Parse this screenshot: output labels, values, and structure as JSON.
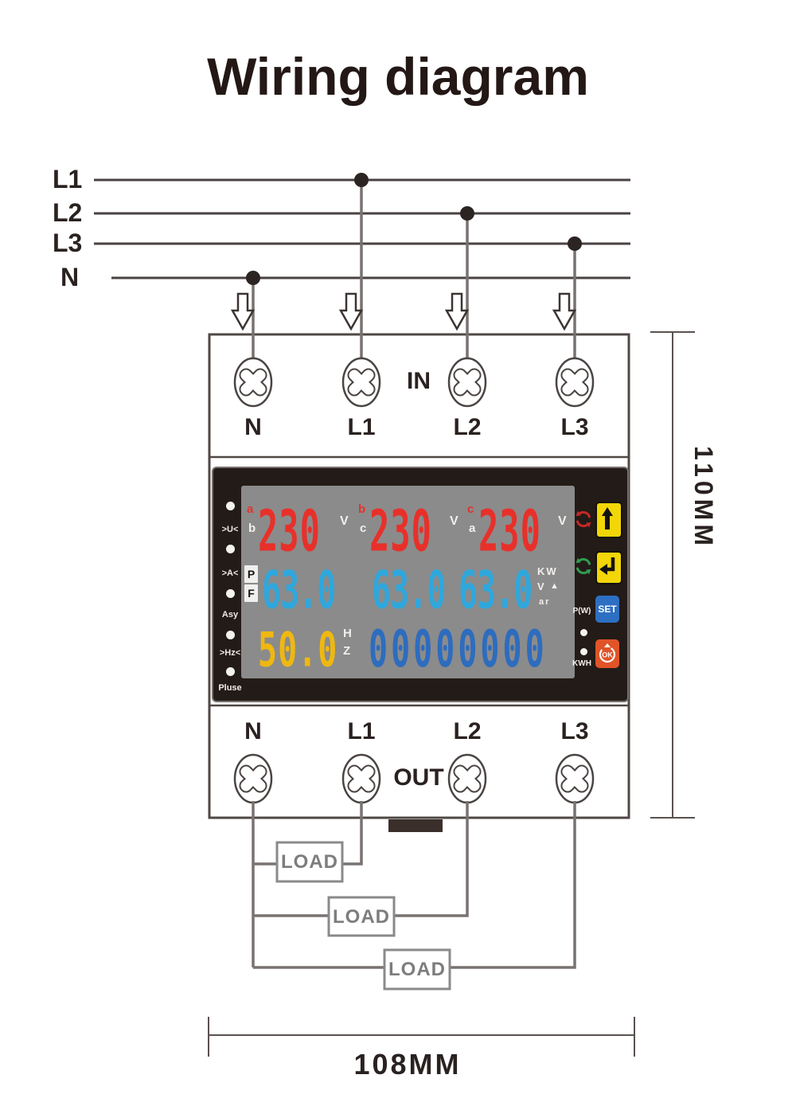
{
  "title": "Wiring diagram",
  "feed_lines": {
    "l1": "L1",
    "l2": "L2",
    "l3": "L3",
    "n": "N"
  },
  "device": {
    "in_label": "IN",
    "out_label": "OUT",
    "in_terminals": [
      "N",
      "L1",
      "L2",
      "L3"
    ],
    "out_terminals": [
      "N",
      "L1",
      "L2",
      "L3"
    ]
  },
  "panel": {
    "led_labels": [
      ">U<",
      ">A<",
      "Asy",
      ">Hz<",
      "Pluse"
    ],
    "lcd": {
      "voltages": [
        {
          "phase_top": "a",
          "phase_bottom": "b",
          "value": "230",
          "unit": "V"
        },
        {
          "phase_top": "b",
          "phase_bottom": "c",
          "value": "230",
          "unit": "V"
        },
        {
          "phase_top": "c",
          "phase_bottom": "a",
          "value": "230",
          "unit": "V"
        }
      ],
      "pf_label_top": "P",
      "pf_label_bottom": "F",
      "pf_values": [
        "63.0",
        "63.0",
        "63.0"
      ],
      "unit_kw": "KW",
      "unit_va": "V",
      "unit_va_mark": "▲",
      "unit_ar": "ar",
      "freq_value": "50.0",
      "freq_unit_top": "H",
      "freq_unit_bottom": "Z",
      "energy_value": "00000000"
    },
    "right": {
      "pw_label": "P(W)",
      "kwh_label": "KWH",
      "set_label": "SET",
      "ok_label": "OK"
    }
  },
  "loads": [
    "LOAD",
    "LOAD",
    "LOAD"
  ],
  "dimensions": {
    "height": "110MM",
    "width": "108MM"
  },
  "colors": {
    "digit_red": "#e8302a",
    "digit_cyan": "#2fa7dc",
    "digit_blue": "#2e6cbe",
    "digit_yellow": "#efb810",
    "btn_yellow": "#f2d608",
    "btn_blue": "#2d6fc2",
    "btn_orange": "#e05428",
    "icon_red": "#c42828",
    "icon_green": "#2f9e4f",
    "lcd_bg": "#8b8b8b",
    "panel_bg": "#231b17"
  }
}
